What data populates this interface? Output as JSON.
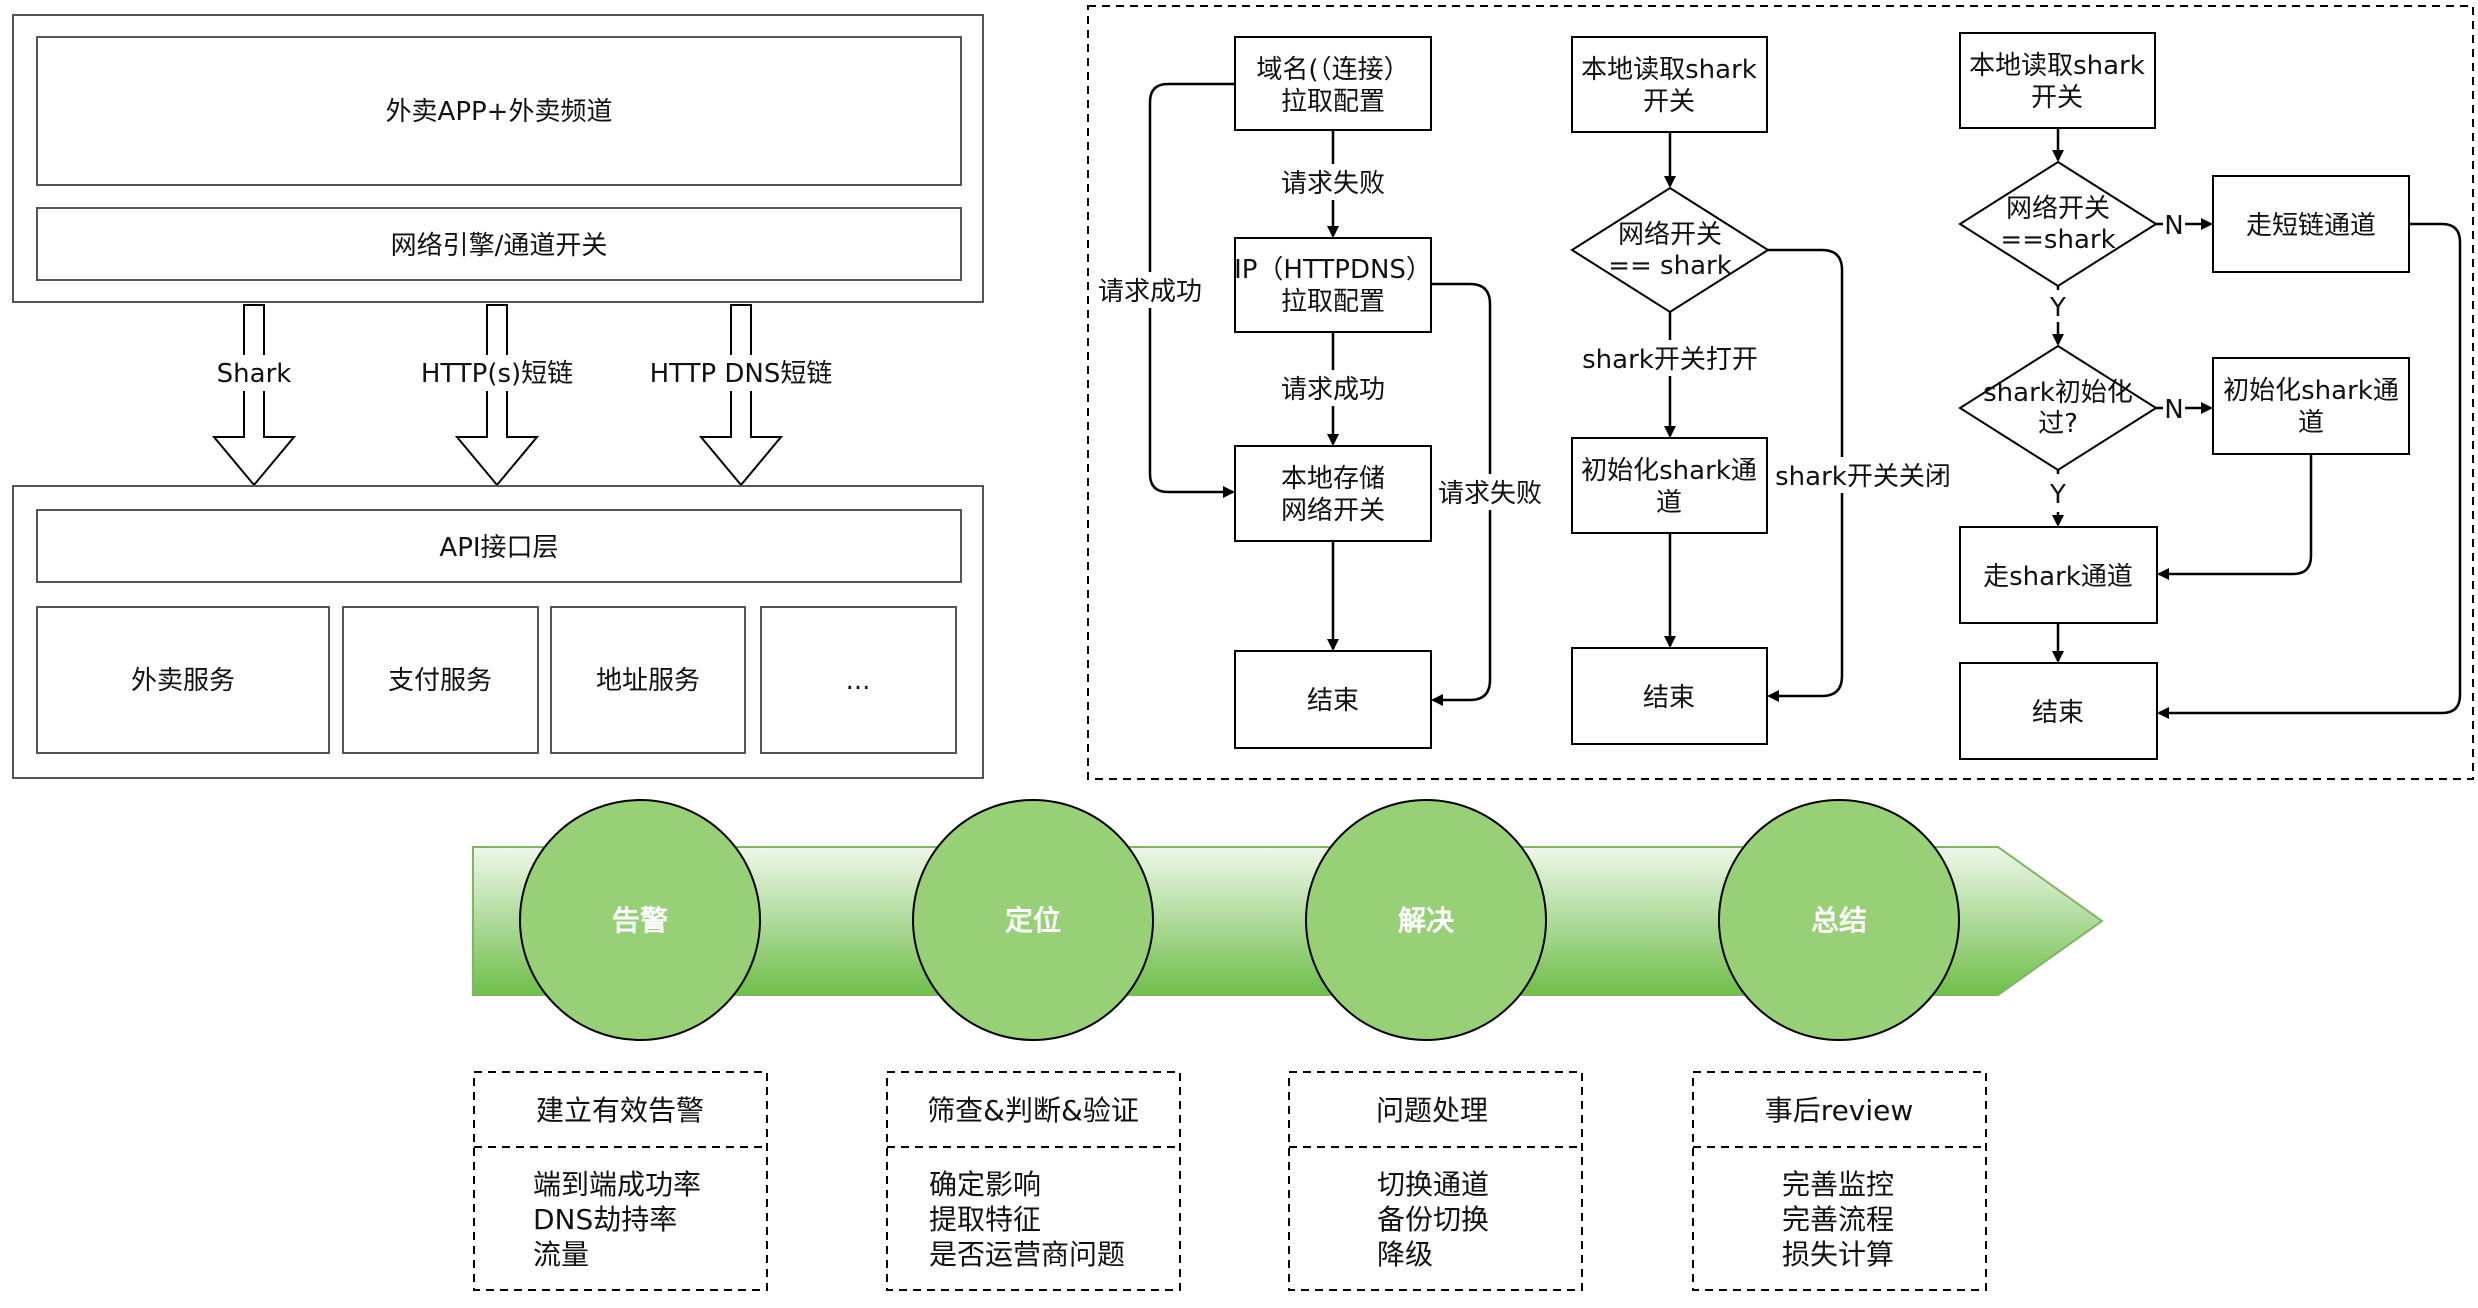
{
  "left_arch": {
    "client_title": "外卖APP+外卖频道",
    "engine_label": "网络引擎/通道开关",
    "channels": [
      "Shark",
      "HTTP(s)短链",
      "HTTP DNS短链"
    ],
    "api_layer": "API接口层",
    "services": [
      "外卖服务",
      "支付服务",
      "地址服务",
      "..."
    ]
  },
  "flow1": {
    "domain_config": [
      "域名(（连接）",
      "拉取配置"
    ],
    "ip_config": [
      "IP（HTTPDNS）",
      "拉取配置"
    ],
    "local_store": [
      "本地存储",
      "网络开关"
    ],
    "end": "结束",
    "edge_fail_1": "请求失败",
    "edge_success_2": "请求成功",
    "edge_success_1": "请求成功",
    "edge_fail_2": "请求失败"
  },
  "flow2": {
    "read_switch": [
      "本地读取shark",
      "开关"
    ],
    "decision": [
      "网络开关",
      "== shark"
    ],
    "init": [
      "初始化shark通",
      "道"
    ],
    "end": "结束",
    "edge_open": "shark开关打开",
    "edge_closed": "shark开关关闭"
  },
  "flow3": {
    "read_switch": [
      "本地读取shark",
      "开关"
    ],
    "decision1": [
      "网络开关",
      "==shark"
    ],
    "short_link": "走短链通道",
    "decision2": [
      "shark初始化",
      "过?"
    ],
    "init": [
      "初始化shark通",
      "道"
    ],
    "use_shark": "走shark通道",
    "end": "结束",
    "yes": "Y",
    "no": "N"
  },
  "process": {
    "stages": [
      {
        "title": "告警",
        "header": "建立有效告警",
        "items": [
          "端到端成功率",
          "DNS劫持率",
          "流量"
        ]
      },
      {
        "title": "定位",
        "header": "筛查&判断&验证",
        "items": [
          "确定影响",
          "提取特征",
          "是否运营商问题"
        ]
      },
      {
        "title": "解决",
        "header": "问题处理",
        "items": [
          "切换通道",
          "备份切换",
          "降级"
        ]
      },
      {
        "title": "总结",
        "header": "事后review",
        "items": [
          "完善监控",
          "完善流程",
          "损失计算"
        ]
      }
    ]
  },
  "colors": {
    "circle_fill": "#97d077",
    "circle_stroke": "#000000",
    "arrow_band_start": "#dff0d6",
    "arrow_band_end": "#97d077",
    "line": "#000000"
  }
}
